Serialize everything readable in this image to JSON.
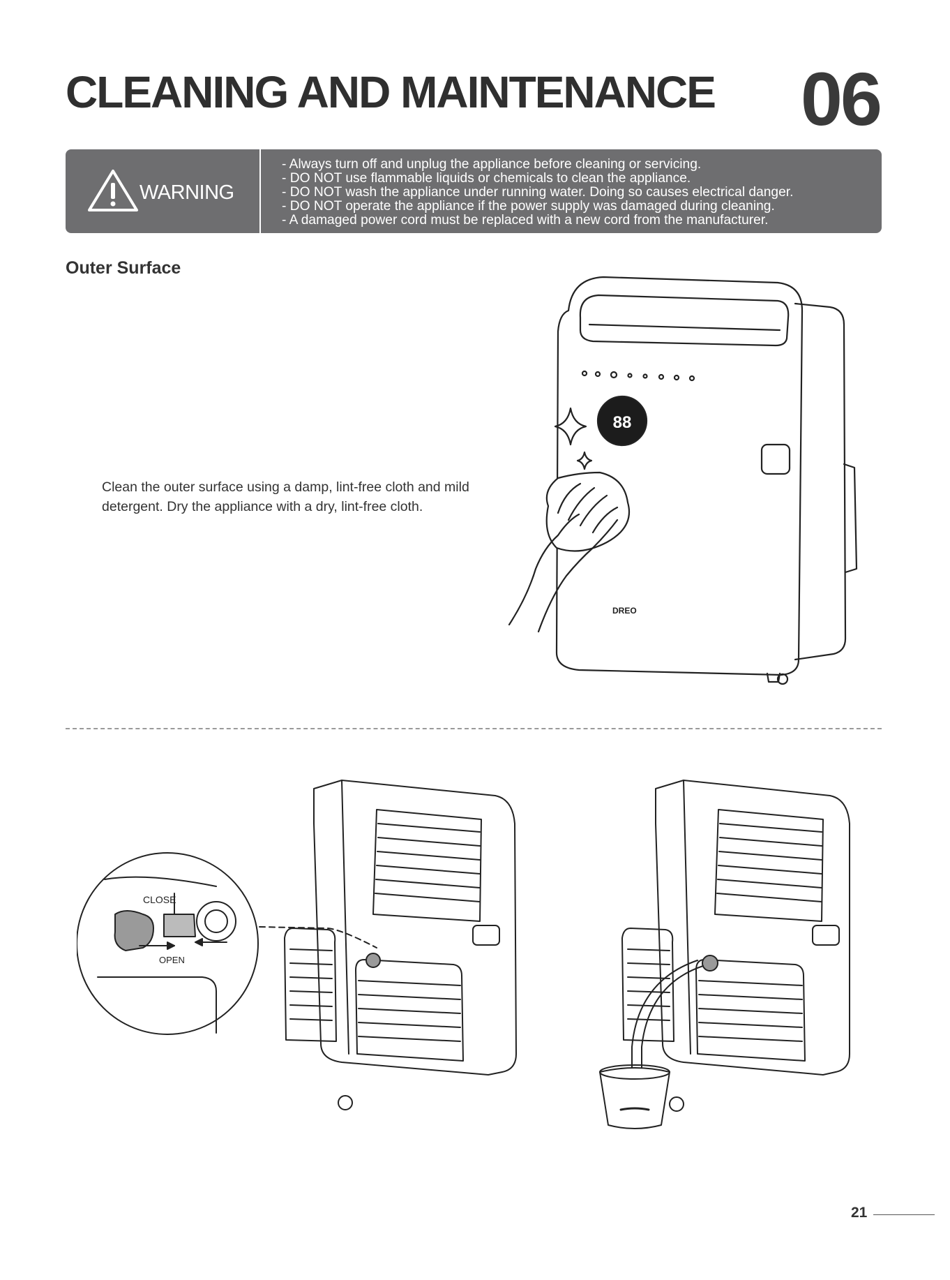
{
  "header": {
    "title": "CLEANING AND MAINTENANCE",
    "chapter": "06"
  },
  "warning": {
    "label": "WARNING",
    "items": [
      "- Always turn off and unplug the appliance before cleaning or servicing.",
      "- DO NOT use flammable liquids or chemicals to clean the appliance.",
      "- DO NOT wash the appliance under running water. Doing so causes electrical danger.",
      "- DO NOT operate the appliance if the power supply was damaged during cleaning.",
      "- A damaged power cord must be replaced with a new cord from the manufacturer."
    ]
  },
  "outer_surface": {
    "title": "Outer Surface",
    "text": "Clean the outer surface using a damp, lint-free cloth and mild detergent. Dry the appliance with a dry, lint-free cloth."
  },
  "illustrations": {
    "brand": "DREO",
    "display": "88",
    "close_label": "CLOSE",
    "open_label": "OPEN"
  },
  "footer": {
    "page_number": "21"
  }
}
